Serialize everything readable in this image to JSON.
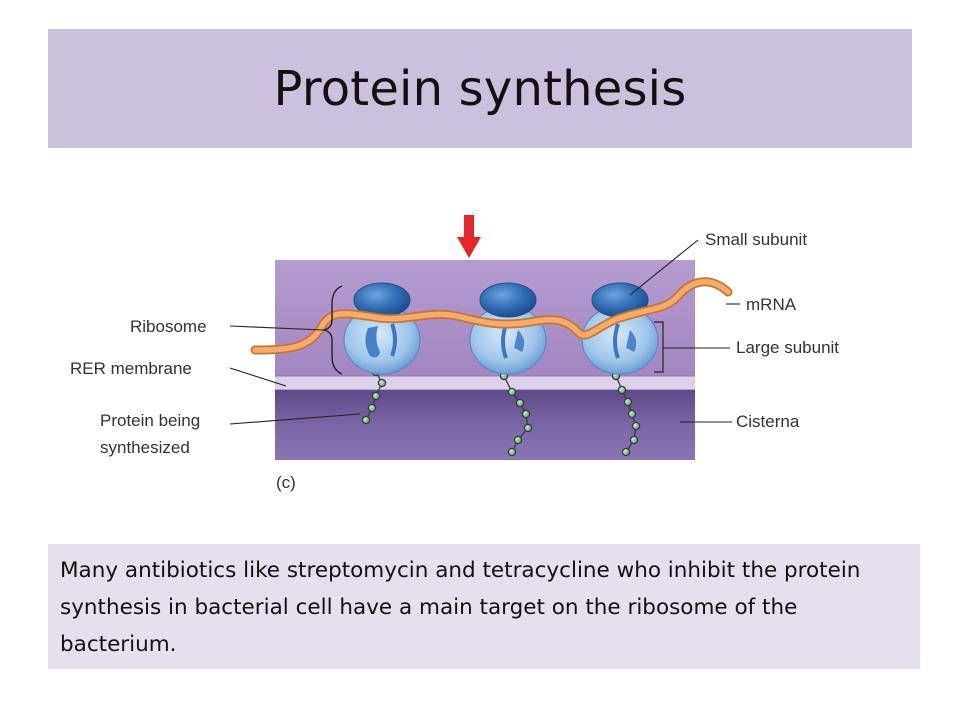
{
  "slide": {
    "title": "Protein synthesis",
    "caption": "Many antibiotics like streptomycin and tetracycline who inhibit the protein synthesis in bacterial cell have a main target on the ribosome of the bacterium."
  },
  "diagram": {
    "labels": {
      "small_subunit": "Small subunit",
      "mrna": "mRNA",
      "ribosome": "Ribosome",
      "large_subunit": "Large subunit",
      "rer_membrane": "RER membrane",
      "protein_line1": "Protein being",
      "protein_line2": "synthesized",
      "cisterna": "Cisterna",
      "panel": "(c)"
    },
    "colors": {
      "title_bar": "#ccc1dc",
      "caption_bg": "#e6e0ee",
      "cytoplasm": "#ab8fc6",
      "cisterna": "#6f5a98",
      "membrane": "#ddd0ea",
      "ribosome_small": "#2f6cb2",
      "ribosome_large": "#9ec4ea",
      "mrna": "#eea060",
      "protein_bead": "#74c38a",
      "arrow": "#e8242b"
    }
  }
}
